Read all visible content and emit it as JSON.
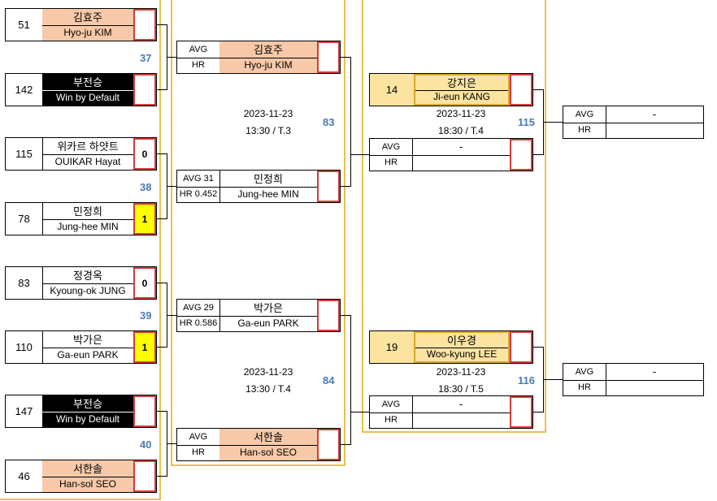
{
  "round1": [
    {
      "match": "37",
      "top": {
        "seed": "51",
        "kr": "김효주",
        "en": "Hyo-ju KIM",
        "score": ""
      },
      "bottom": {
        "seed": "142",
        "kr": "부전승",
        "en": "Win by Default",
        "score": ""
      }
    },
    {
      "match": "38",
      "top": {
        "seed": "115",
        "kr": "위카르 하얏트",
        "en": "OUIKAR Hayat",
        "score": "0"
      },
      "bottom": {
        "seed": "78",
        "kr": "민정희",
        "en": "Jung-hee MIN",
        "score": "1"
      }
    },
    {
      "match": "39",
      "top": {
        "seed": "83",
        "kr": "정경옥",
        "en": "Kyoung-ok JUNG",
        "score": "0"
      },
      "bottom": {
        "seed": "110",
        "kr": "박가은",
        "en": "Ga-eun PARK",
        "score": "1"
      }
    },
    {
      "match": "40",
      "top": {
        "seed": "147",
        "kr": "부전승",
        "en": "Win by Default",
        "score": ""
      },
      "bottom": {
        "seed": "46",
        "kr": "서한솔",
        "en": "Han-sol SEO",
        "score": ""
      }
    }
  ],
  "round2": [
    {
      "match": "83",
      "date": "2023-11-23",
      "time": "13:30 / T.3",
      "top": {
        "avg": "AVG",
        "hr": "HR",
        "kr": "김효주",
        "en": "Hyo-ju KIM"
      },
      "bottom": {
        "avg": "AVG 31",
        "hr": "HR 0.452",
        "kr": "민정희",
        "en": "Jung-hee MIN"
      }
    },
    {
      "match": "84",
      "date": "2023-11-23",
      "time": "13:30 / T.4",
      "top": {
        "avg": "AVG 29",
        "hr": "HR 0.586",
        "kr": "박가은",
        "en": "Ga-eun PARK"
      },
      "bottom": {
        "avg": "AVG",
        "hr": "HR",
        "kr": "서한솔",
        "en": "Han-sol SEO"
      }
    }
  ],
  "round3": [
    {
      "match": "115",
      "date": "2023-11-23",
      "time": "18:30 / T.4",
      "top": {
        "seed": "14",
        "kr": "강지은",
        "en": "Ji-eun KANG"
      },
      "bottom": {
        "avg": "AVG",
        "hr": "HR",
        "kr": "-",
        "en": ""
      }
    },
    {
      "match": "116",
      "date": "2023-11-23",
      "time": "18:30 / T.5",
      "top": {
        "seed": "19",
        "kr": "이우경",
        "en": "Woo-kyung LEE"
      },
      "bottom": {
        "avg": "AVG",
        "hr": "HR",
        "kr": "-",
        "en": ""
      }
    }
  ],
  "round4": [
    {
      "avg": "AVG",
      "hr": "HR",
      "kr": "-",
      "en": ""
    },
    {
      "avg": "AVG",
      "hr": "HR",
      "kr": "-",
      "en": ""
    }
  ]
}
